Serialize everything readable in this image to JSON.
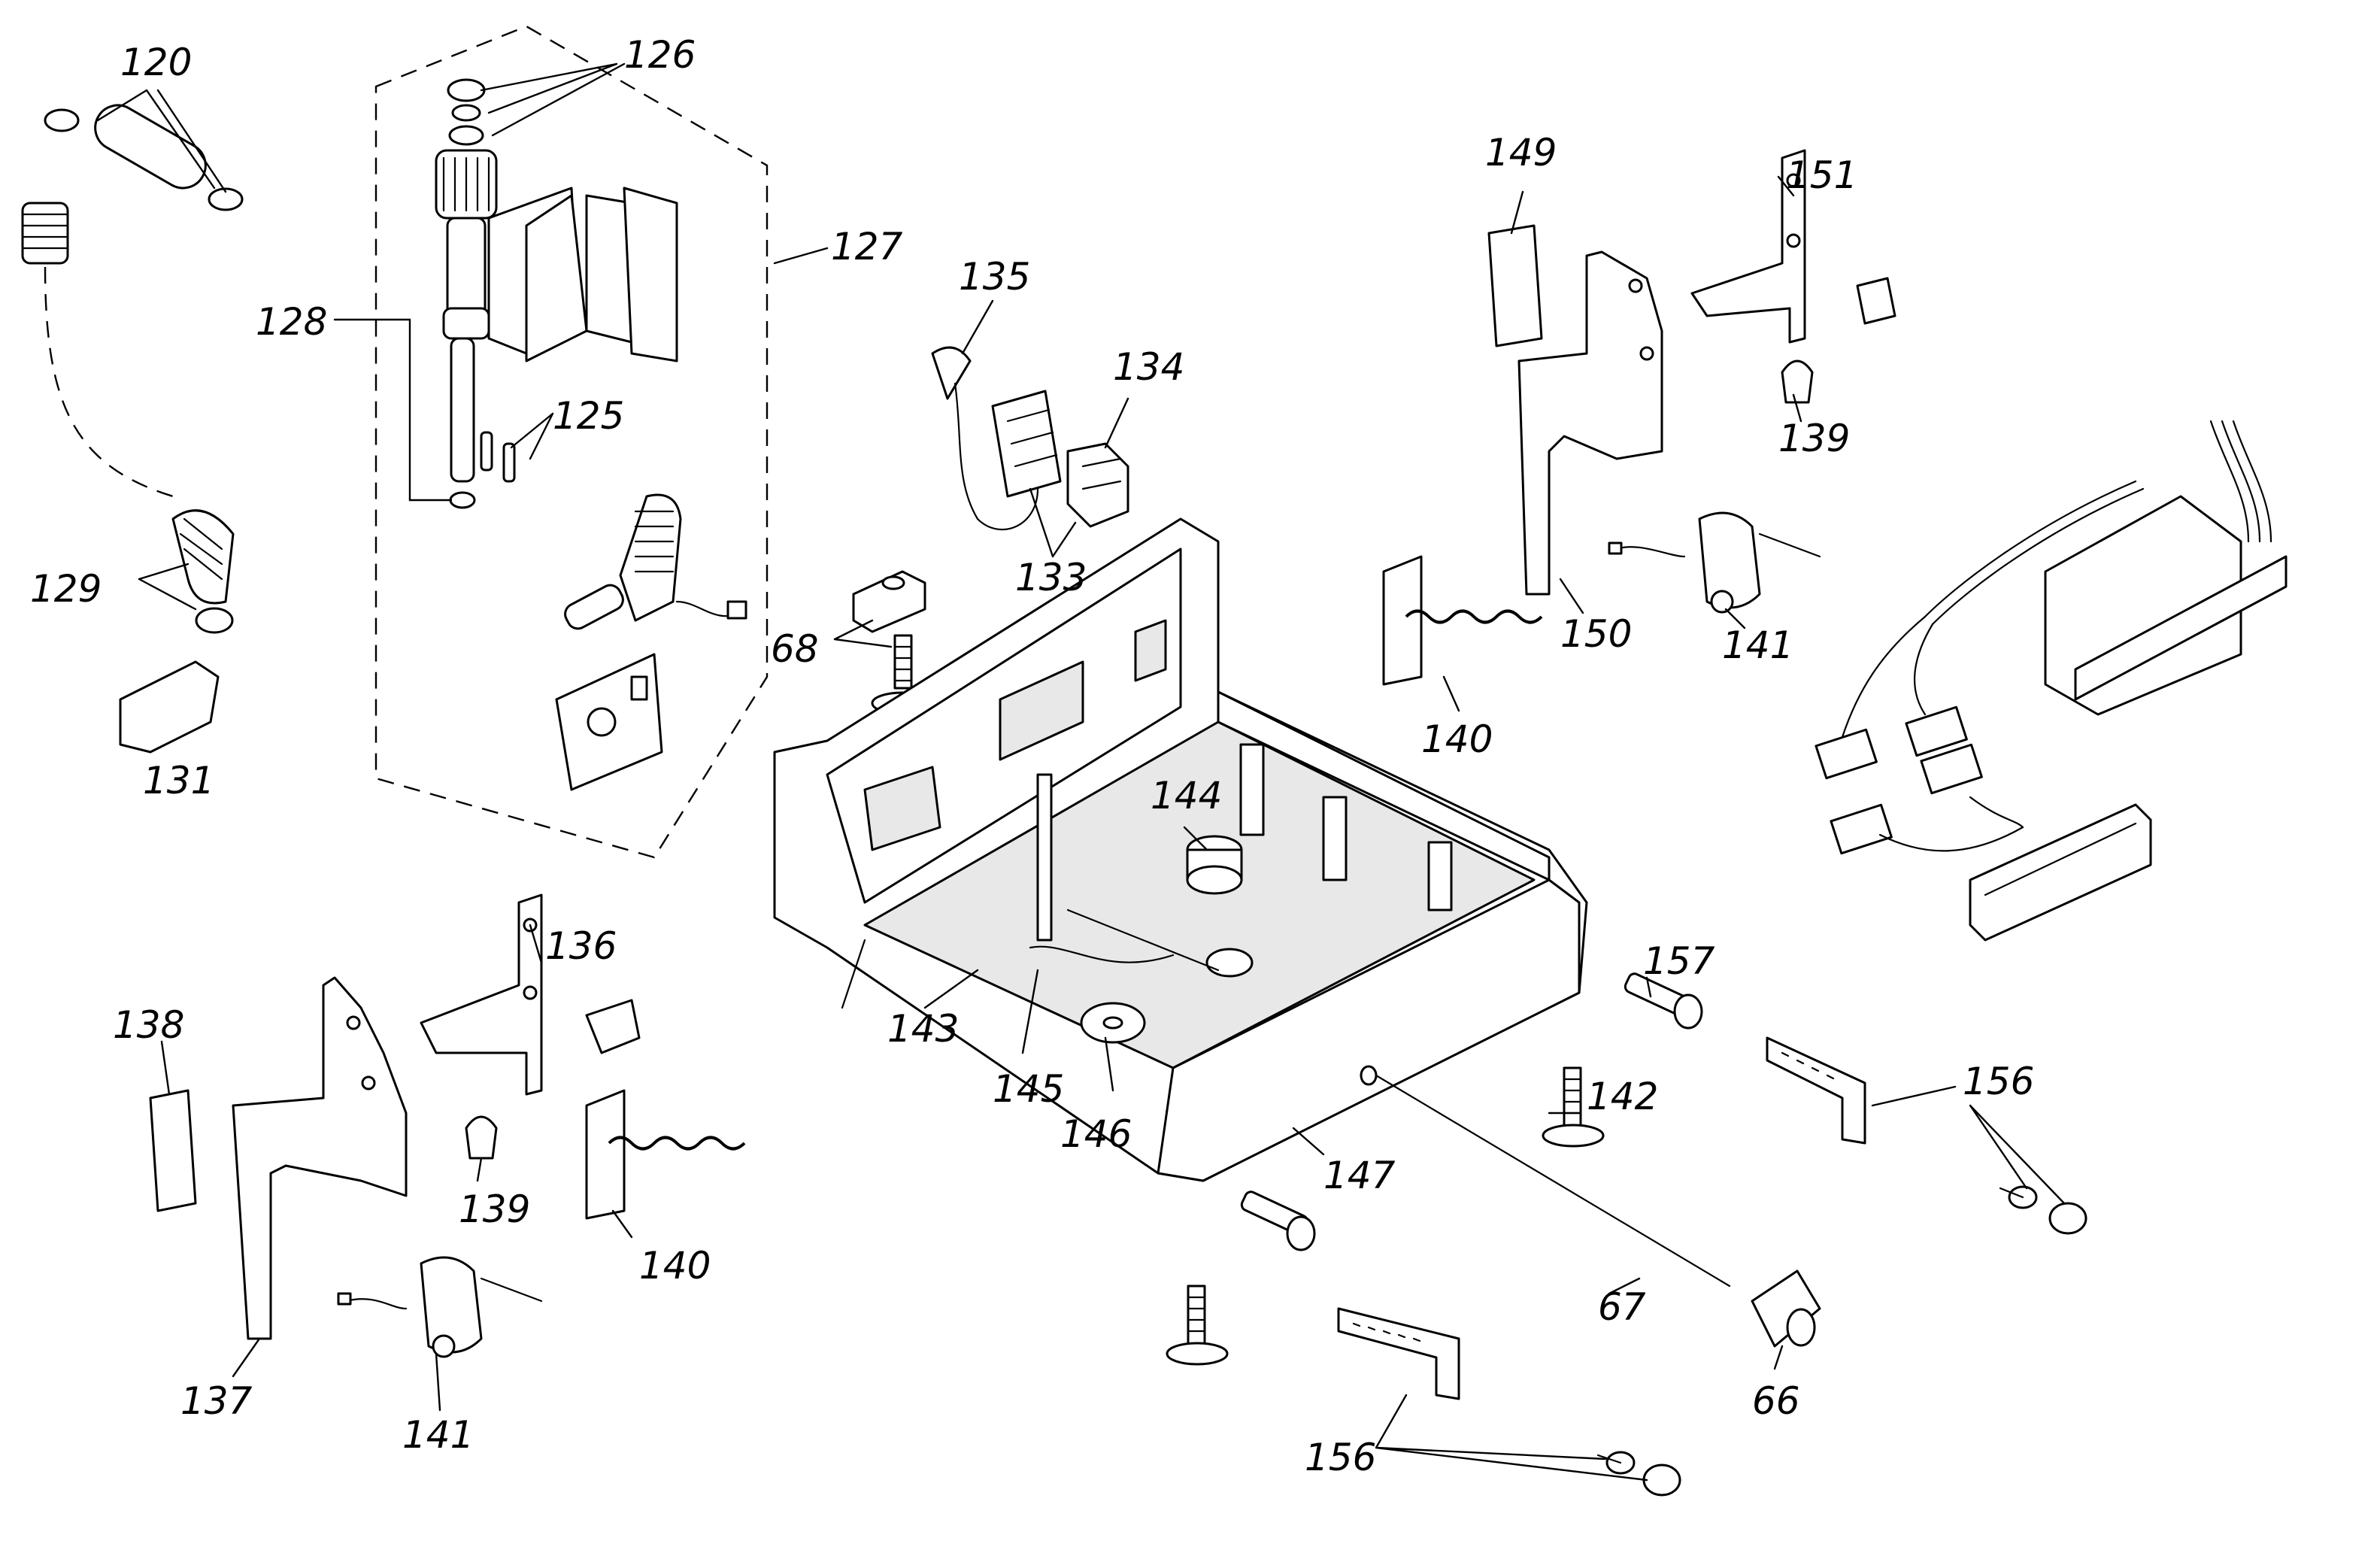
{
  "diagram": {
    "labels": {
      "p66": "66",
      "p67": "67",
      "p68": "68",
      "p120": "120",
      "p125": "125",
      "p126": "126",
      "p127": "127",
      "p128": "128",
      "p129": "129",
      "p131": "131",
      "p133": "133",
      "p134": "134",
      "p135": "135",
      "p136": "136",
      "p137": "137",
      "p138": "138",
      "p139a": "139",
      "p139b": "139",
      "p140a": "140",
      "p140b": "140",
      "p141a": "141",
      "p141b": "141",
      "p142": "142",
      "p143": "143",
      "p144": "144",
      "p145": "145",
      "p146": "146",
      "p147": "147",
      "p149": "149",
      "p150": "150",
      "p151": "151",
      "p156a": "156",
      "p156b": "156",
      "p157": "157"
    }
  }
}
